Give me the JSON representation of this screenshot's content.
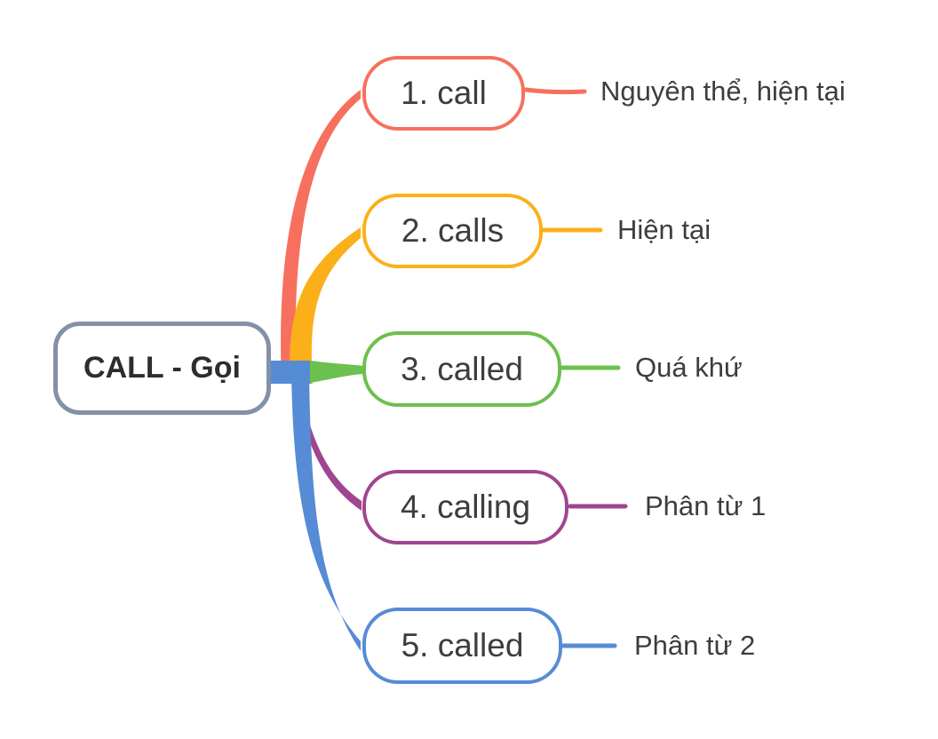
{
  "root": {
    "label": "CALL - Gọi",
    "border_color": "#8291a8"
  },
  "branches": [
    {
      "node_label": "1. call",
      "annotation": "Nguyên thể, hiện tại",
      "color": "#f7705f"
    },
    {
      "node_label": "2. calls",
      "annotation": "Hiện tại",
      "color": "#fbb019"
    },
    {
      "node_label": "3. called",
      "annotation": "Quá khứ",
      "color": "#6cc04d"
    },
    {
      "node_label": "4. calling",
      "annotation": "Phân từ 1",
      "color": "#a0458f"
    },
    {
      "node_label": "5. called",
      "annotation": "Phân từ 2",
      "color": "#568bd5"
    }
  ],
  "colors": {
    "node_text": "#3d3d3d",
    "root_text": "#2d2d2d",
    "background": "#ffffff"
  }
}
